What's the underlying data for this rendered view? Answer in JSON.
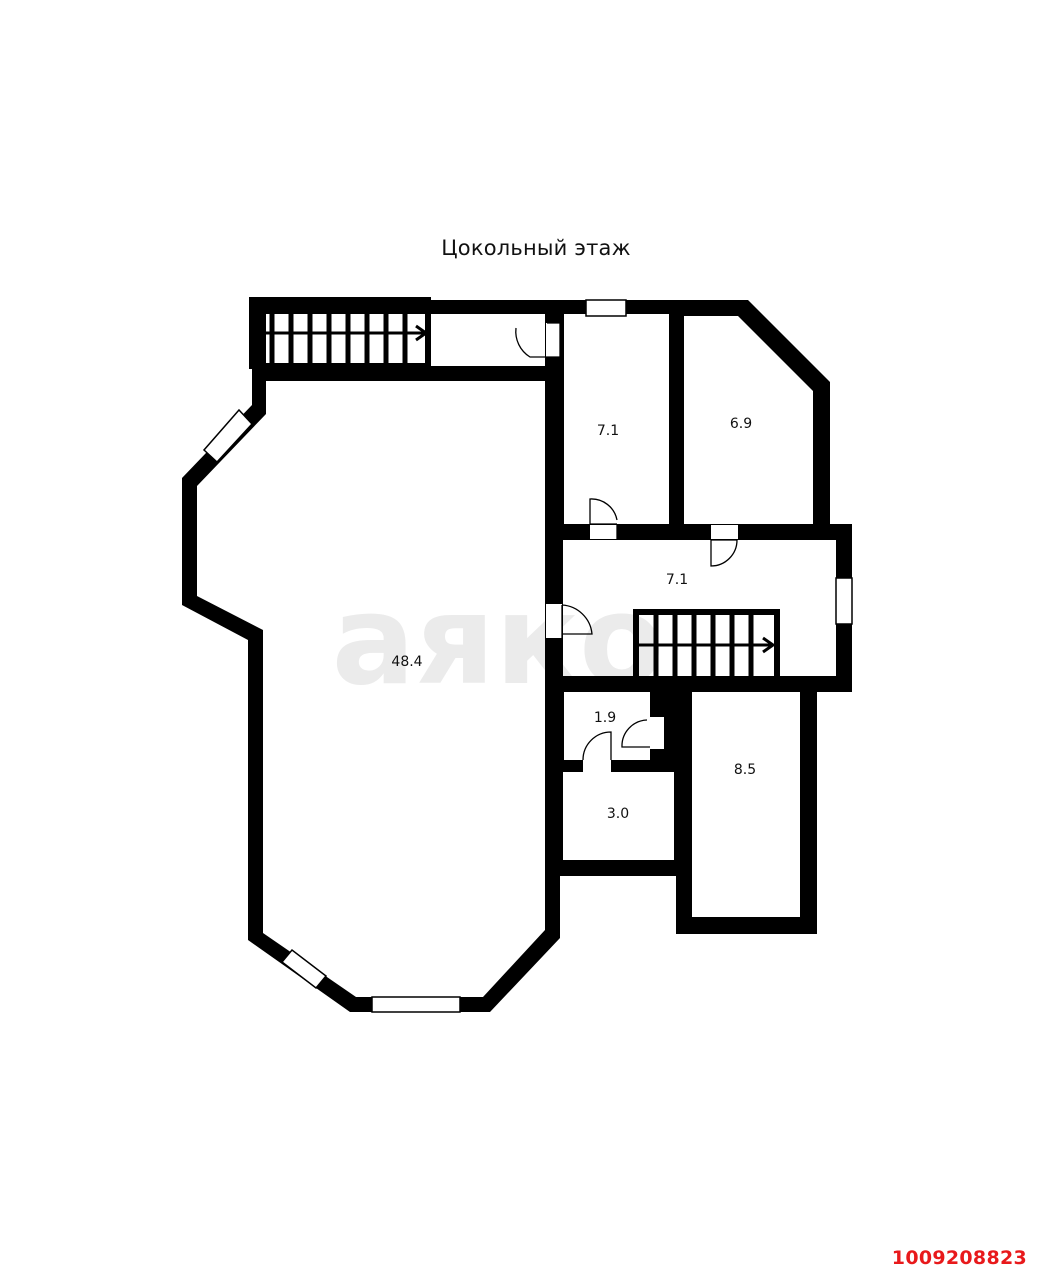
{
  "plan": {
    "title": "Цокольный этаж",
    "watermark": "аяко",
    "rooms": [
      {
        "id": "main-hall",
        "area": "48.4"
      },
      {
        "id": "room-upper-middle",
        "area": "7.1"
      },
      {
        "id": "room-upper-right",
        "area": "6.9"
      },
      {
        "id": "corridor",
        "area": "7.1"
      },
      {
        "id": "small-hall",
        "area": "1.9"
      },
      {
        "id": "bathroom",
        "area": "3.0"
      },
      {
        "id": "room-lower-right",
        "area": "8.5"
      }
    ]
  },
  "listing_id": "1009208823",
  "colors": {
    "wall": "#000000",
    "background": "#ffffff",
    "watermark": "#ebebeb",
    "listing_id": "#e8191b"
  }
}
